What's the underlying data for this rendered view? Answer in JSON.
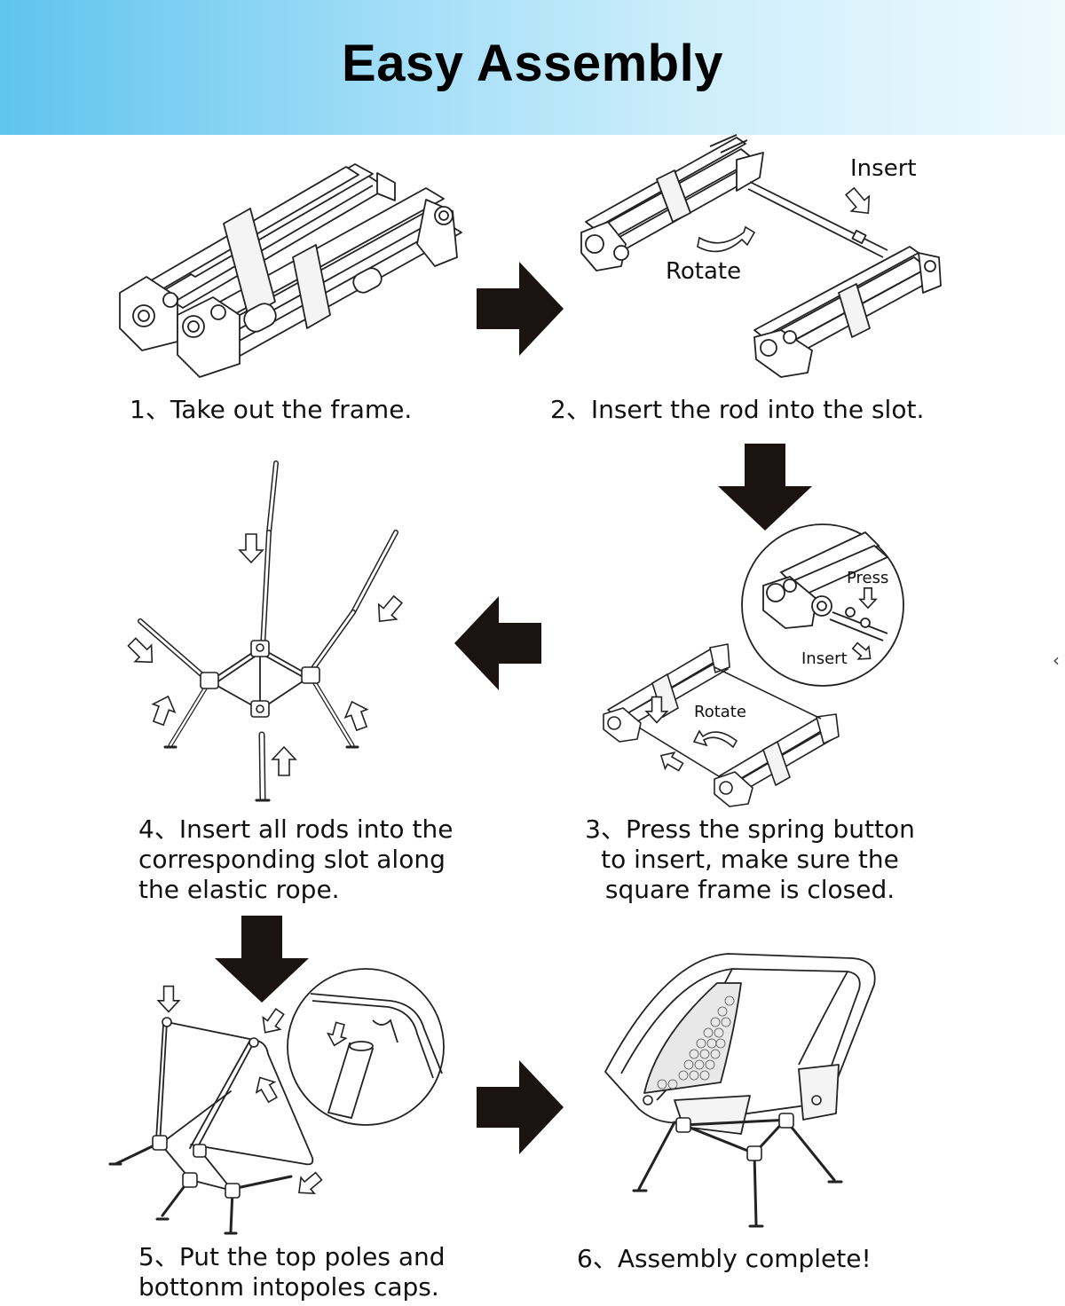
{
  "title": "Easy Assembly",
  "steps": [
    {
      "number": "1",
      "caption": "1、Take out the frame."
    },
    {
      "number": "2",
      "caption": "2、Insert the rod into the slot."
    },
    {
      "number": "3",
      "caption": "3、Press the spring button\nto insert, make sure the\nsquare frame  is closed."
    },
    {
      "number": "4",
      "caption": "4、Insert all rods into the\ncorresponding slot along\nthe elastic rope."
    },
    {
      "number": "5",
      "caption": "5、Put the top poles and\nbottonm intopoles caps."
    },
    {
      "number": "6",
      "caption": "6、Assembly complete!"
    }
  ],
  "labels": {
    "step2_insert": "Insert",
    "step2_rotate": "Rotate",
    "step3_press": "Press",
    "step3_insert": "Insert",
    "step3_rotate": "Rotate"
  },
  "side_control": "‹",
  "colors": {
    "banner_start": "#5fc4ee",
    "banner_end": "#eef9fe",
    "arrow_fill": "#1a1311",
    "line": "#222222"
  }
}
